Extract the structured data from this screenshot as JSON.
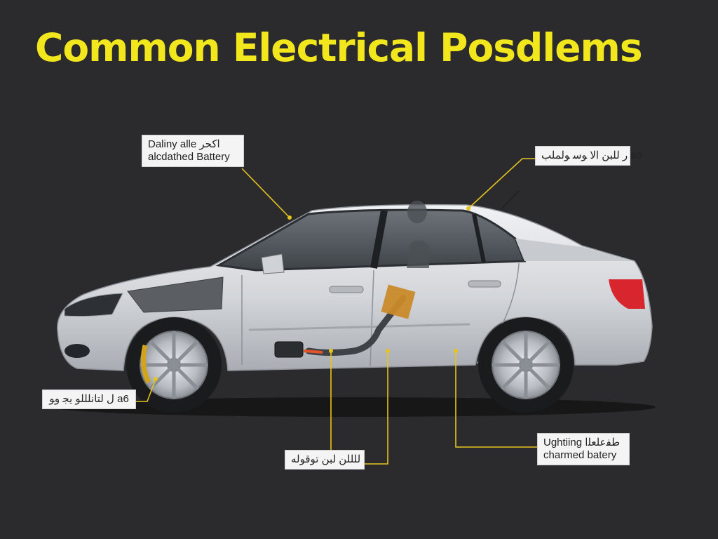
{
  "title": "Common Electrical Posdlems",
  "callouts": {
    "top_left": {
      "line1": "Daliny alle اكحر",
      "line2": "alcdathed Battery"
    },
    "top_right": {
      "text": "ر ﻟﻠﺒﻦ ﺍﻟﺎ ﻮﺳ ﻮﻟﻤﻠﺐ a6"
    },
    "bottom_left": {
      "text": "ﻝ ﻟﺘﺎﻧﻠﻠﻠﻮ ﻳﺠ ﻭﻮ a6"
    },
    "bottom_center": {
      "text": "ﻟﻠﻠﻠﻦ ﻟﺒﻦ ﺗﻮﻗﻮﻟﻪ"
    },
    "bottom_right": {
      "line1": "Ughtiing ﻃﻔﻋﻠﻌﻠﺍ",
      "line2": "charmed batery"
    }
  },
  "colors": {
    "background": "#2b2b2d",
    "title": "#f2e61c",
    "leader_line": "#e6c41e",
    "callout_bg": "#f4f4f4",
    "car_body": "#d9dbde",
    "tail_light": "#d8262f",
    "highlight_box": "#c98a2a"
  },
  "icons": [
    "car-illustration",
    "battery-highlight-icon",
    "connector-plug-icon"
  ]
}
